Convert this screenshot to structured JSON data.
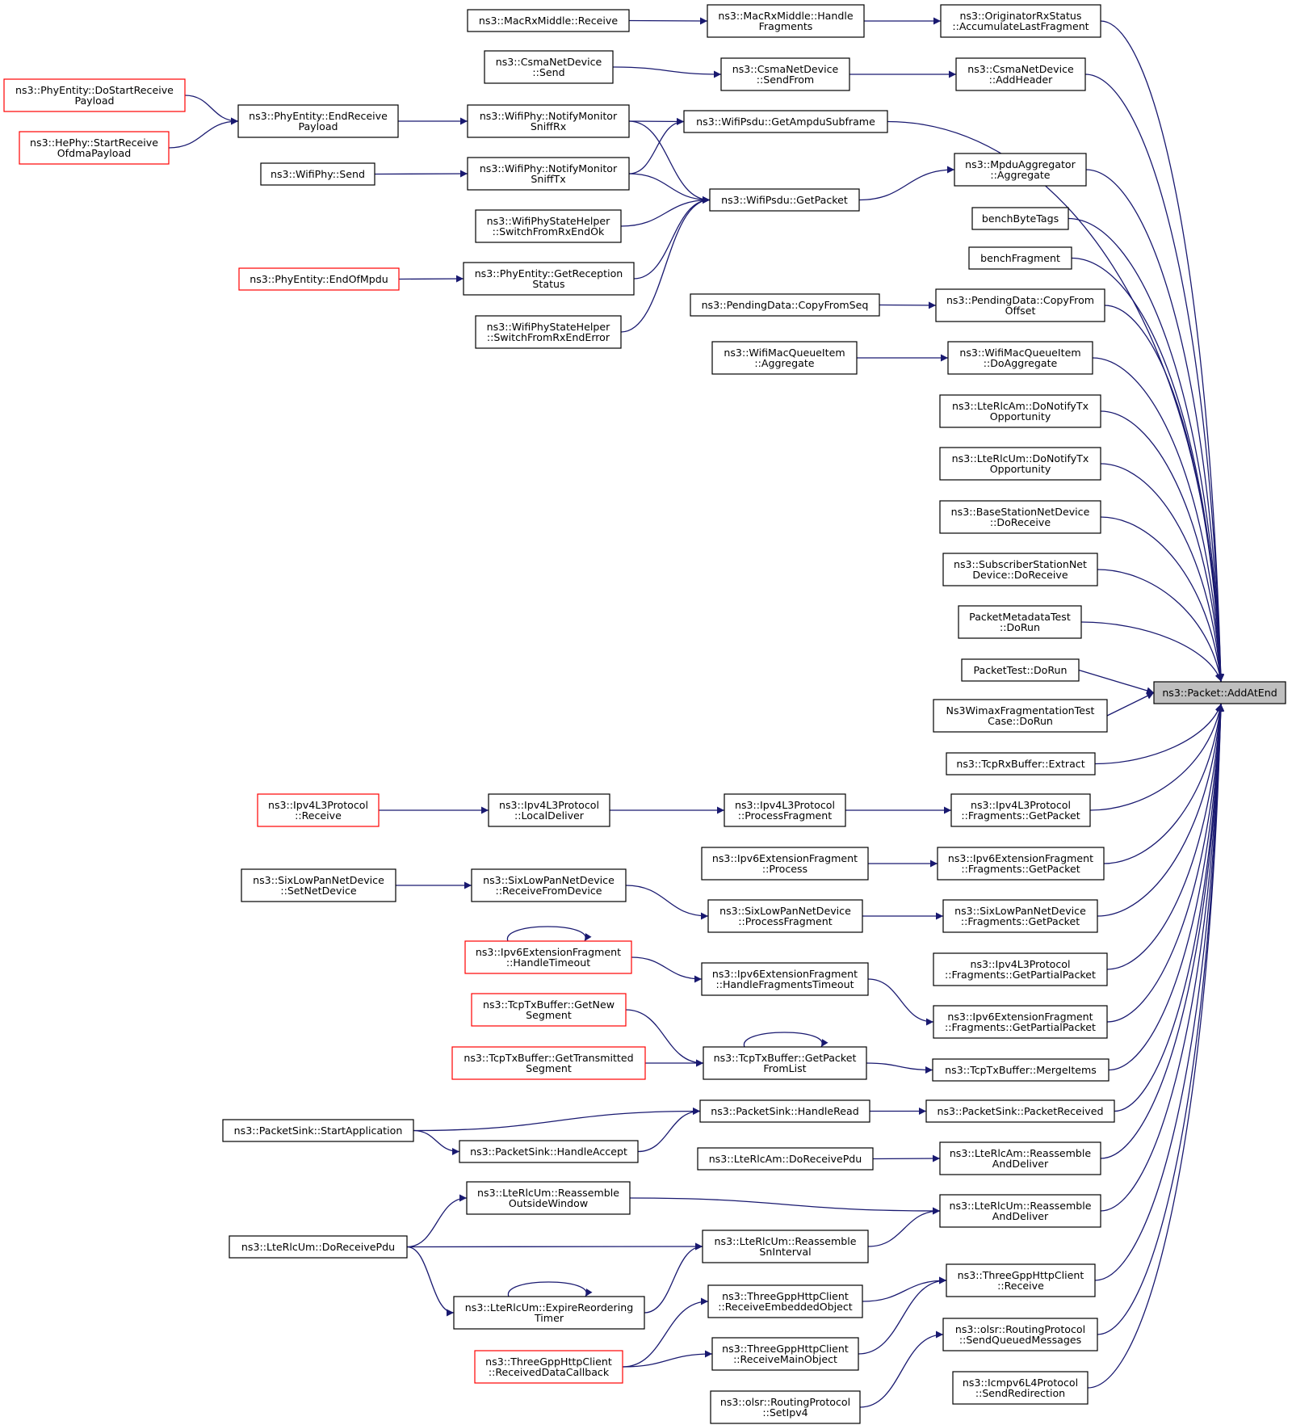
{
  "colors": {
    "edge": "#191970",
    "truncated_border": "#ff0000",
    "root_fill": "#bfbfbf",
    "border": "#000000"
  },
  "nodes": {
    "root": {
      "lines": [
        "ns3::Packet::AddAtEnd"
      ],
      "style": "root"
    },
    "originator_accumulate": {
      "lines": [
        "ns3::OriginatorRxStatus",
        "::AccumulateLastFragment"
      ]
    },
    "csma_addheader": {
      "lines": [
        "ns3::CsmaNetDevice",
        "::AddHeader"
      ]
    },
    "wifipsdu_getampdu": {
      "lines": [
        "ns3::WifiPsdu::GetAmpduSubframe"
      ]
    },
    "mpdu_aggregate": {
      "lines": [
        "ns3::MpduAggregator",
        "::Aggregate"
      ]
    },
    "bench_bytetags": {
      "lines": [
        "benchByteTags"
      ]
    },
    "bench_fragment": {
      "lines": [
        "benchFragment"
      ]
    },
    "pendingdata_copyfromoffset": {
      "lines": [
        "ns3::PendingData::CopyFrom",
        "Offset"
      ]
    },
    "wifimacqueue_doaggregate": {
      "lines": [
        "ns3::WifiMacQueueItem",
        "::DoAggregate"
      ]
    },
    "lterlcam_donotify": {
      "lines": [
        "ns3::LteRlcAm::DoNotifyTx",
        "Opportunity"
      ]
    },
    "lterlcum_donotify": {
      "lines": [
        "ns3::LteRlcUm::DoNotifyTx",
        "Opportunity"
      ]
    },
    "basestation_doreceive": {
      "lines": [
        "ns3::BaseStationNetDevice",
        "::DoReceive"
      ]
    },
    "subscriber_doreceive": {
      "lines": [
        "ns3::SubscriberStationNet",
        "Device::DoReceive"
      ]
    },
    "packetmetadatatest_dorun": {
      "lines": [
        "PacketMetadataTest",
        "::DoRun"
      ]
    },
    "packettest_dorun": {
      "lines": [
        "PacketTest::DoRun"
      ]
    },
    "wimaxfrag_dorun": {
      "lines": [
        "Ns3WimaxFragmentationTest",
        "Case::DoRun"
      ]
    },
    "tcprxbuffer_extract": {
      "lines": [
        "ns3::TcpRxBuffer::Extract"
      ]
    },
    "ipv4l3_frag_getpacket": {
      "lines": [
        "ns3::Ipv4L3Protocol",
        "::Fragments::GetPacket"
      ]
    },
    "ipv6extfrag_frag_getpacket": {
      "lines": [
        "ns3::Ipv6ExtensionFragment",
        "::Fragments::GetPacket"
      ]
    },
    "sixlowpan_frag_getpacket": {
      "lines": [
        "ns3::SixLowPanNetDevice",
        "::Fragments::GetPacket"
      ]
    },
    "ipv4l3_frag_getpartial": {
      "lines": [
        "ns3::Ipv4L3Protocol",
        "::Fragments::GetPartialPacket"
      ]
    },
    "ipv6extfrag_frag_getpartial": {
      "lines": [
        "ns3::Ipv6ExtensionFragment",
        "::Fragments::GetPartialPacket"
      ]
    },
    "tcptxbuffer_mergeitems": {
      "lines": [
        "ns3::TcpTxBuffer::MergeItems"
      ]
    },
    "packetsink_packetreceived": {
      "lines": [
        "ns3::PacketSink::PacketReceived"
      ]
    },
    "lterlcam_reassemble": {
      "lines": [
        "ns3::LteRlcAm::Reassemble",
        "AndDeliver"
      ]
    },
    "lterlcum_reassemble": {
      "lines": [
        "ns3::LteRlcUm::Reassemble",
        "AndDeliver"
      ]
    },
    "threegpp_receive": {
      "lines": [
        "ns3::ThreeGppHttpClient",
        "::Receive"
      ]
    },
    "olsr_sendqueued": {
      "lines": [
        "ns3::olsr::RoutingProtocol",
        "::SendQueuedMessages"
      ]
    },
    "icmpv6_sendredirect": {
      "lines": [
        "ns3::Icmpv6L4Protocol",
        "::SendRedirection"
      ]
    },
    "macrxmiddle_handlefrag": {
      "lines": [
        "ns3::MacRxMiddle::Handle",
        "Fragments"
      ]
    },
    "macrxmiddle_receive": {
      "lines": [
        "ns3::MacRxMiddle::Receive"
      ]
    },
    "csma_sendfrom": {
      "lines": [
        "ns3::CsmaNetDevice",
        "::SendFrom"
      ]
    },
    "csma_send": {
      "lines": [
        "ns3::CsmaNetDevice",
        "::Send"
      ]
    },
    "wifipsdu_getpacket": {
      "lines": [
        "ns3::WifiPsdu::GetPacket"
      ]
    },
    "wifiphy_notifysniffrx": {
      "lines": [
        "ns3::WifiPhy::NotifyMonitor",
        "SniffRx"
      ]
    },
    "wifiphy_notifysnifftx": {
      "lines": [
        "ns3::WifiPhy::NotifyMonitor",
        "SniffTx"
      ]
    },
    "wifiphystate_switchrxok": {
      "lines": [
        "ns3::WifiPhyStateHelper",
        "::SwitchFromRxEndOk"
      ]
    },
    "phyentity_getreception": {
      "lines": [
        "ns3::PhyEntity::GetReception",
        "Status"
      ]
    },
    "wifiphystate_switchrxerr": {
      "lines": [
        "ns3::WifiPhyStateHelper",
        "::SwitchFromRxEndError"
      ]
    },
    "phyentity_endreceive": {
      "lines": [
        "ns3::PhyEntity::EndReceive",
        "Payload"
      ]
    },
    "phyentity_dostartreceive": {
      "lines": [
        "ns3::PhyEntity::DoStartReceive",
        "Payload"
      ],
      "style": "truncated"
    },
    "hephy_startreceive": {
      "lines": [
        "ns3::HePhy::StartReceive",
        "OfdmaPayload"
      ],
      "style": "truncated"
    },
    "wifiphy_send": {
      "lines": [
        "ns3::WifiPhy::Send"
      ]
    },
    "phyentity_endofmpdu": {
      "lines": [
        "ns3::PhyEntity::EndOfMpdu"
      ],
      "style": "truncated"
    },
    "pendingdata_copyfromseq": {
      "lines": [
        "ns3::PendingData::CopyFromSeq"
      ]
    },
    "wifimacqueue_aggregate": {
      "lines": [
        "ns3::WifiMacQueueItem",
        "::Aggregate"
      ]
    },
    "ipv4l3_processfragment": {
      "lines": [
        "ns3::Ipv4L3Protocol",
        "::ProcessFragment"
      ]
    },
    "ipv4l3_localdeliver": {
      "lines": [
        "ns3::Ipv4L3Protocol",
        "::LocalDeliver"
      ]
    },
    "ipv4l3_receive": {
      "lines": [
        "ns3::Ipv4L3Protocol",
        "::Receive"
      ],
      "style": "truncated"
    },
    "ipv6extfrag_process": {
      "lines": [
        "ns3::Ipv6ExtensionFragment",
        "::Process"
      ]
    },
    "sixlowpan_processfragment": {
      "lines": [
        "ns3::SixLowPanNetDevice",
        "::ProcessFragment"
      ]
    },
    "sixlowpan_receivefromdevice": {
      "lines": [
        "ns3::SixLowPanNetDevice",
        "::ReceiveFromDevice"
      ]
    },
    "sixlowpan_setnetdevice": {
      "lines": [
        "ns3::SixLowPanNetDevice",
        "::SetNetDevice"
      ]
    },
    "ipv6extfrag_handlefragtimeout": {
      "lines": [
        "ns3::Ipv6ExtensionFragment",
        "::HandleFragmentsTimeout"
      ]
    },
    "ipv6extfrag_handletimeout": {
      "lines": [
        "ns3::Ipv6ExtensionFragment",
        "::HandleTimeout"
      ],
      "style": "truncated"
    },
    "tcptxbuffer_getpacketfromlist": {
      "lines": [
        "ns3::TcpTxBuffer::GetPacket",
        "FromList"
      ]
    },
    "tcptxbuffer_getnewsegment": {
      "lines": [
        "ns3::TcpTxBuffer::GetNew",
        "Segment"
      ],
      "style": "truncated"
    },
    "tcptxbuffer_gettransmitted": {
      "lines": [
        "ns3::TcpTxBuffer::GetTransmitted",
        "Segment"
      ],
      "style": "truncated"
    },
    "packetsink_handleread": {
      "lines": [
        "ns3::PacketSink::HandleRead"
      ]
    },
    "packetsink_startapp": {
      "lines": [
        "ns3::PacketSink::StartApplication"
      ]
    },
    "packetsink_handleaccept": {
      "lines": [
        "ns3::PacketSink::HandleAccept"
      ]
    },
    "lterlcam_doreceivepdu": {
      "lines": [
        "ns3::LteRlcAm::DoReceivePdu"
      ]
    },
    "lterlcum_reassembleoutside": {
      "lines": [
        "ns3::LteRlcUm::Reassemble",
        "OutsideWindow"
      ]
    },
    "lterlcum_reassemblesn": {
      "lines": [
        "ns3::LteRlcUm::Reassemble",
        "SnInterval"
      ]
    },
    "lterlcum_doreceivepdu": {
      "lines": [
        "ns3::LteRlcUm::DoReceivePdu"
      ]
    },
    "lterlcum_expirereordering": {
      "lines": [
        "ns3::LteRlcUm::ExpireReordering",
        "Timer"
      ]
    },
    "threegpp_receiveembedded": {
      "lines": [
        "ns3::ThreeGppHttpClient",
        "::ReceiveEmbeddedObject"
      ]
    },
    "threegpp_receivemain": {
      "lines": [
        "ns3::ThreeGppHttpClient",
        "::ReceiveMainObject"
      ]
    },
    "threegpp_receiveddatacallback": {
      "lines": [
        "ns3::ThreeGppHttpClient",
        "::ReceivedDataCallback"
      ],
      "style": "truncated"
    },
    "olsr_setipv4": {
      "lines": [
        "ns3::olsr::RoutingProtocol",
        "::SetIpv4"
      ]
    }
  },
  "edges": [
    [
      "originator_accumulate",
      "root"
    ],
    [
      "csma_addheader",
      "root"
    ],
    [
      "wifipsdu_getampdu",
      "root"
    ],
    [
      "mpdu_aggregate",
      "root"
    ],
    [
      "bench_bytetags",
      "root"
    ],
    [
      "bench_fragment",
      "root"
    ],
    [
      "pendingdata_copyfromoffset",
      "root"
    ],
    [
      "wifimacqueue_doaggregate",
      "root"
    ],
    [
      "lterlcam_donotify",
      "root"
    ],
    [
      "lterlcum_donotify",
      "root"
    ],
    [
      "basestation_doreceive",
      "root"
    ],
    [
      "subscriber_doreceive",
      "root"
    ],
    [
      "packetmetadatatest_dorun",
      "root"
    ],
    [
      "packettest_dorun",
      "root"
    ],
    [
      "wimaxfrag_dorun",
      "root"
    ],
    [
      "tcprxbuffer_extract",
      "root"
    ],
    [
      "ipv4l3_frag_getpacket",
      "root"
    ],
    [
      "ipv6extfrag_frag_getpacket",
      "root"
    ],
    [
      "sixlowpan_frag_getpacket",
      "root"
    ],
    [
      "ipv4l3_frag_getpartial",
      "root"
    ],
    [
      "ipv6extfrag_frag_getpartial",
      "root"
    ],
    [
      "tcptxbuffer_mergeitems",
      "root"
    ],
    [
      "packetsink_packetreceived",
      "root"
    ],
    [
      "lterlcam_reassemble",
      "root"
    ],
    [
      "lterlcum_reassemble",
      "root"
    ],
    [
      "threegpp_receive",
      "root"
    ],
    [
      "olsr_sendqueued",
      "root"
    ],
    [
      "icmpv6_sendredirect",
      "root"
    ],
    [
      "macrxmiddle_receive",
      "macrxmiddle_handlefrag"
    ],
    [
      "macrxmiddle_handlefrag",
      "originator_accumulate"
    ],
    [
      "csma_send",
      "csma_sendfrom"
    ],
    [
      "csma_sendfrom",
      "csma_addheader"
    ],
    [
      "wifiphy_notifysniffrx",
      "wifipsdu_getampdu"
    ],
    [
      "wifiphy_notifysnifftx",
      "wifipsdu_getampdu"
    ],
    [
      "wifipsdu_getpacket",
      "mpdu_aggregate"
    ],
    [
      "wifiphy_notifysniffrx",
      "wifipsdu_getpacket"
    ],
    [
      "wifiphy_notifysnifftx",
      "wifipsdu_getpacket"
    ],
    [
      "wifiphystate_switchrxok",
      "wifipsdu_getpacket"
    ],
    [
      "phyentity_getreception",
      "wifipsdu_getpacket"
    ],
    [
      "wifiphystate_switchrxerr",
      "wifipsdu_getpacket"
    ],
    [
      "phyentity_endreceive",
      "wifiphy_notifysniffrx"
    ],
    [
      "phyentity_dostartreceive",
      "phyentity_endreceive"
    ],
    [
      "hephy_startreceive",
      "phyentity_endreceive"
    ],
    [
      "wifiphy_send",
      "wifiphy_notifysnifftx"
    ],
    [
      "phyentity_endofmpdu",
      "phyentity_getreception"
    ],
    [
      "pendingdata_copyfromseq",
      "pendingdata_copyfromoffset"
    ],
    [
      "wifimacqueue_aggregate",
      "wifimacqueue_doaggregate"
    ],
    [
      "ipv4l3_processfragment",
      "ipv4l3_frag_getpacket"
    ],
    [
      "ipv4l3_localdeliver",
      "ipv4l3_processfragment"
    ],
    [
      "ipv4l3_receive",
      "ipv4l3_localdeliver"
    ],
    [
      "ipv6extfrag_process",
      "ipv6extfrag_frag_getpacket"
    ],
    [
      "sixlowpan_processfragment",
      "sixlowpan_frag_getpacket"
    ],
    [
      "sixlowpan_receivefromdevice",
      "sixlowpan_processfragment"
    ],
    [
      "sixlowpan_setnetdevice",
      "sixlowpan_receivefromdevice"
    ],
    [
      "ipv6extfrag_handlefragtimeout",
      "ipv6extfrag_frag_getpartial"
    ],
    [
      "ipv6extfrag_handletimeout",
      "ipv6extfrag_handlefragtimeout"
    ],
    [
      "ipv6extfrag_handletimeout",
      "ipv6extfrag_handletimeout"
    ],
    [
      "tcptxbuffer_getpacketfromlist",
      "tcptxbuffer_mergeitems"
    ],
    [
      "tcptxbuffer_getpacketfromlist",
      "tcptxbuffer_getpacketfromlist"
    ],
    [
      "tcptxbuffer_getnewsegment",
      "tcptxbuffer_getpacketfromlist"
    ],
    [
      "tcptxbuffer_gettransmitted",
      "tcptxbuffer_getpacketfromlist"
    ],
    [
      "packetsink_handleread",
      "packetsink_packetreceived"
    ],
    [
      "packetsink_startapp",
      "packetsink_handleread"
    ],
    [
      "packetsink_startapp",
      "packetsink_handleaccept"
    ],
    [
      "packetsink_handleaccept",
      "packetsink_handleread"
    ],
    [
      "lterlcam_doreceivepdu",
      "lterlcam_reassemble"
    ],
    [
      "lterlcum_reassembleoutside",
      "lterlcum_reassemble"
    ],
    [
      "lterlcum_reassemblesn",
      "lterlcum_reassemble"
    ],
    [
      "lterlcum_doreceivepdu",
      "lterlcum_reassembleoutside"
    ],
    [
      "lterlcum_doreceivepdu",
      "lterlcum_reassemblesn"
    ],
    [
      "lterlcum_doreceivepdu",
      "lterlcum_expirereordering"
    ],
    [
      "lterlcum_expirereordering",
      "lterlcum_reassemblesn"
    ],
    [
      "lterlcum_expirereordering",
      "lterlcum_expirereordering"
    ],
    [
      "threegpp_receiveembedded",
      "threegpp_receive"
    ],
    [
      "threegpp_receivemain",
      "threegpp_receive"
    ],
    [
      "threegpp_receiveddatacallback",
      "threegpp_receiveembedded"
    ],
    [
      "threegpp_receiveddatacallback",
      "threegpp_receivemain"
    ],
    [
      "olsr_setipv4",
      "olsr_sendqueued"
    ]
  ]
}
